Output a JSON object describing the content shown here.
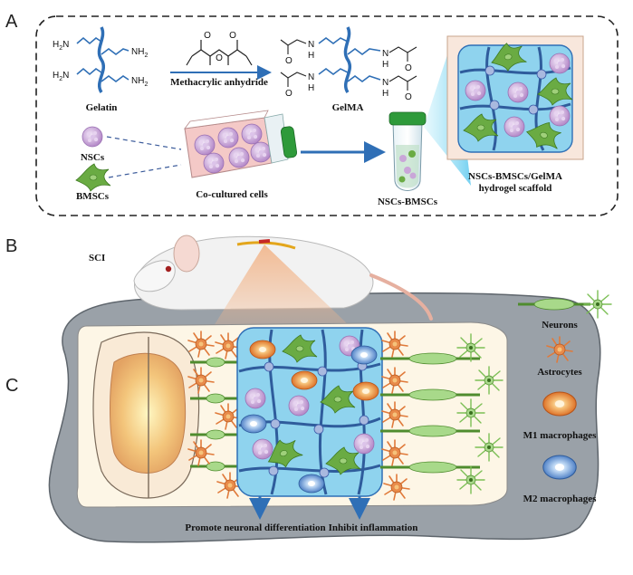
{
  "panels": {
    "a": "A",
    "b": "B",
    "c": "C"
  },
  "panel_a": {
    "gelatin": "Gelatin",
    "reagent": "Methacrylic anhydride",
    "gelma": "GelMA",
    "nscs": "NSCs",
    "bmscs": "BMSCs",
    "cocultured": "Co-cultured cells",
    "nscs_bmscs": "NSCs-BMSCs",
    "scaffold_line1": "NSCs-BMSCs/GelMA",
    "scaffold_line2": "hydrogel scaffold",
    "nh2": "NH",
    "sub2": "2",
    "h2n": "H",
    "n_label": "N",
    "h_label": "H",
    "o_label": "O"
  },
  "panel_b": {
    "sci": "SCI"
  },
  "panel_c": {
    "legend": {
      "neurons": "Neurons",
      "astrocytes": "Astrocytes",
      "m1": "M1 macrophages",
      "m2": "M2 macrophages"
    },
    "promote": "Promote neuronal differentiation",
    "inhibit": "Inhibit inflammation"
  },
  "colors": {
    "gel_blue": "#8fd3ee",
    "gel_line": "#2f6fb6",
    "cell_green": "#5b9a3a",
    "nsc_purple": "#c9a6d8",
    "m1_orange": "#e88a2a",
    "m2_blue": "#5a8fd0",
    "astro_orange": "#e07a3a"
  }
}
